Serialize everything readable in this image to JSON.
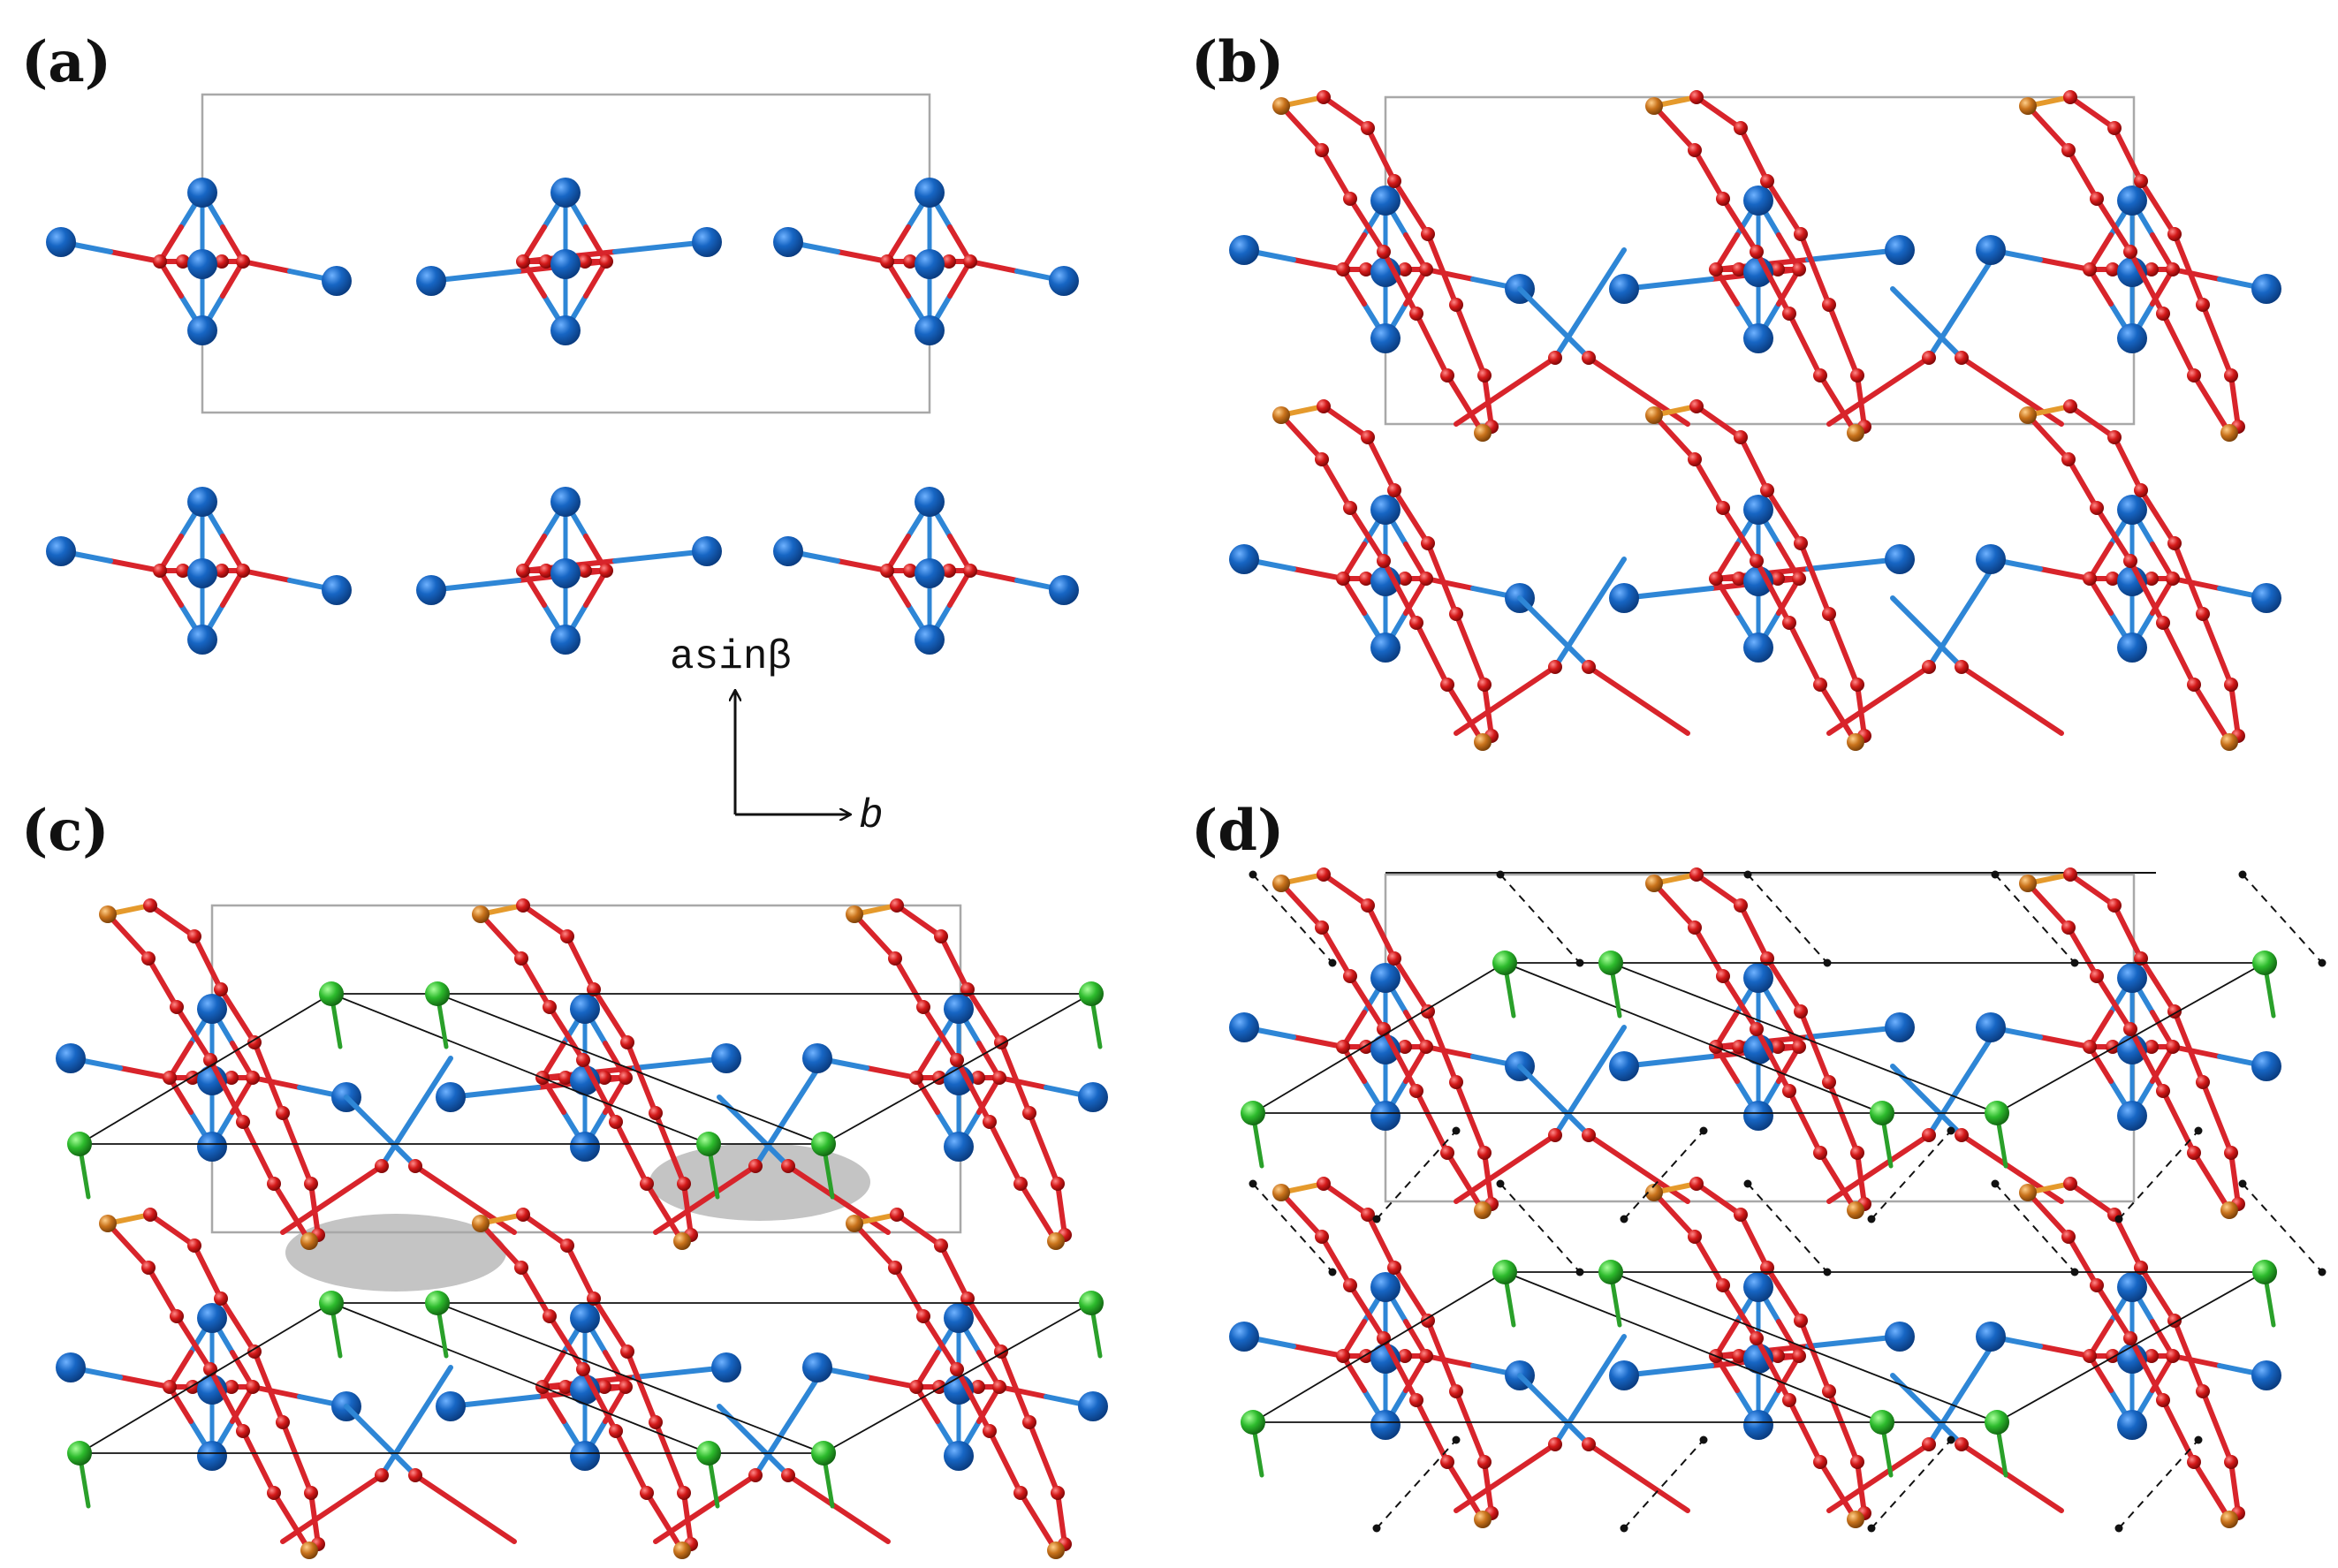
{
  "panels": [
    {
      "label": "(a)",
      "kind": "chains-only"
    },
    {
      "label": "(b)",
      "kind": "framework"
    },
    {
      "label": "(c)",
      "kind": "framework-with-green-and-cavities"
    },
    {
      "label": "(d)",
      "kind": "framework-with-green-and-hbonds"
    }
  ],
  "axes": {
    "vertical_label": "asinβ",
    "horizontal_label": "b"
  },
  "colors": {
    "blue_atom": "#1766c4",
    "blue_bond": "#2e86d6",
    "red_atom": "#d41a1a",
    "red_bond": "#d8242b",
    "orange_atom": "#c9731c",
    "orange_bond": "#e59a2c",
    "green_atom": "#2dbb2d",
    "green_bond": "#2aa02a",
    "cell_edge": "#a8a8a8",
    "cavity": "#c4c4c4",
    "contact_line": "#111111"
  },
  "icons": {
    "vertical_arrow": "arrow-up-icon",
    "horizontal_arrow": "arrow-right-icon"
  }
}
